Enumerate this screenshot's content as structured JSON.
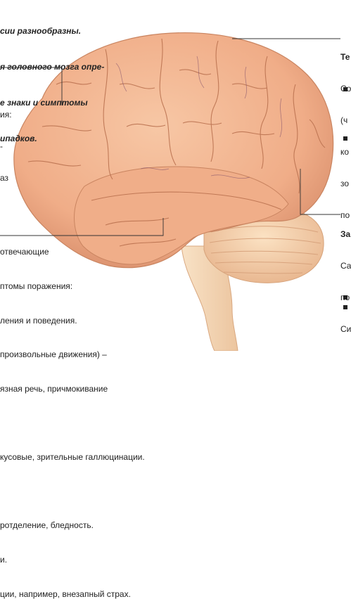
{
  "top_text": {
    "lines": [
      "сии разнообразны.",
      "я головного мозга опре-",
      "е знаки и симптомы",
      "ипадков."
    ]
  },
  "left_text": {
    "lines": [
      "ия:",
      "-",
      "аз"
    ]
  },
  "right_upper": {
    "heading": "Те",
    "lines": [
      "Со",
      "(ч",
      "ко",
      "зо",
      "по"
    ]
  },
  "right_lower": {
    "heading": "За",
    "lines": [
      "Са",
      "по",
      "Си"
    ]
  },
  "bottom_text": {
    "lines": [
      "отвечающие",
      "птомы поражения:",
      "ления и поведения.",
      "произвольные движения) –",
      "язная речь, причмокивание",
      "",
      "кусовые, зрительные галлюцинации.",
      "",
      "ротделение, бледность.",
      "и.",
      "ции, например, внезапный страх."
    ]
  },
  "colors": {
    "brain_fill": "#f1b48f",
    "brain_shadow": "#d98f6c",
    "cerebellum_fill": "#f5cfa6",
    "brainstem_fill": "#f6d8b5",
    "leader_line": "#333333"
  }
}
